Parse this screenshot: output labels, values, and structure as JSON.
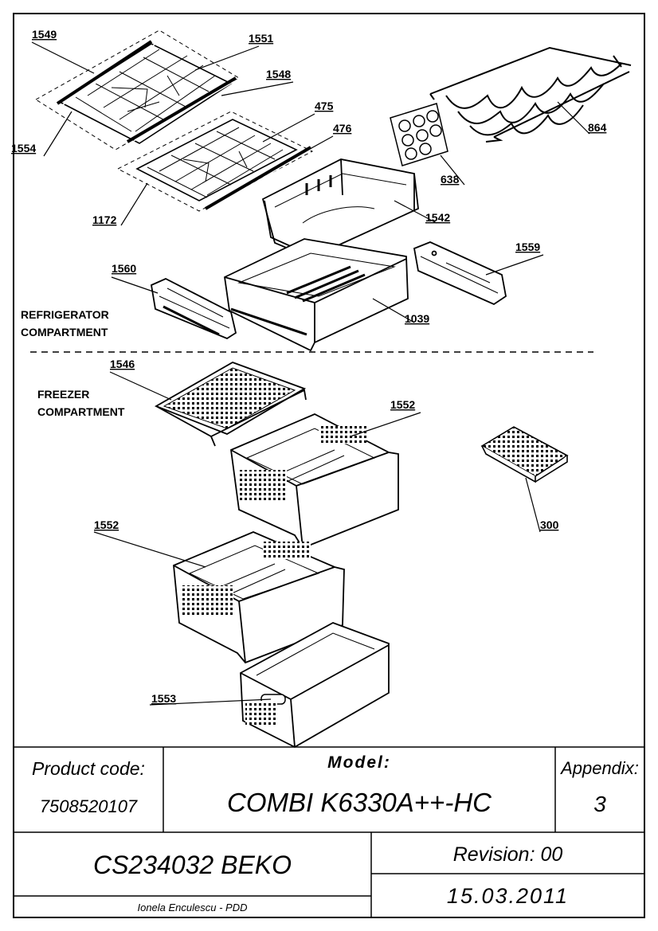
{
  "labels": {
    "p1549": "1549",
    "p1551": "1551",
    "p1548": "1548",
    "p475": "475",
    "p476": "476",
    "p1554": "1554",
    "p1172": "1172",
    "p864": "864",
    "p638": "638",
    "p1542": "1542",
    "p1559": "1559",
    "p1560": "1560",
    "p1039": "1039",
    "p1546": "1546",
    "p1552a": "1552",
    "p1552b": "1552",
    "p300": "300",
    "p1553": "1553"
  },
  "compartments": {
    "refrigerator_line1": "REFRIGERATOR",
    "refrigerator_line2": "COMPARTMENT",
    "freezer_line1": "FREEZER",
    "freezer_line2": "COMPARTMENT"
  },
  "title_block": {
    "product_code_label": "Product code:",
    "product_code": "7508520107",
    "model_label": "Model:",
    "model": "COMBI K6330A++-HC",
    "appendix_label": "Appendix:",
    "appendix": "3",
    "document": "CS234032 BEKO",
    "revision": "Revision: 00",
    "author": "Ionela Enculescu - PDD",
    "date": "15.03.2011"
  }
}
